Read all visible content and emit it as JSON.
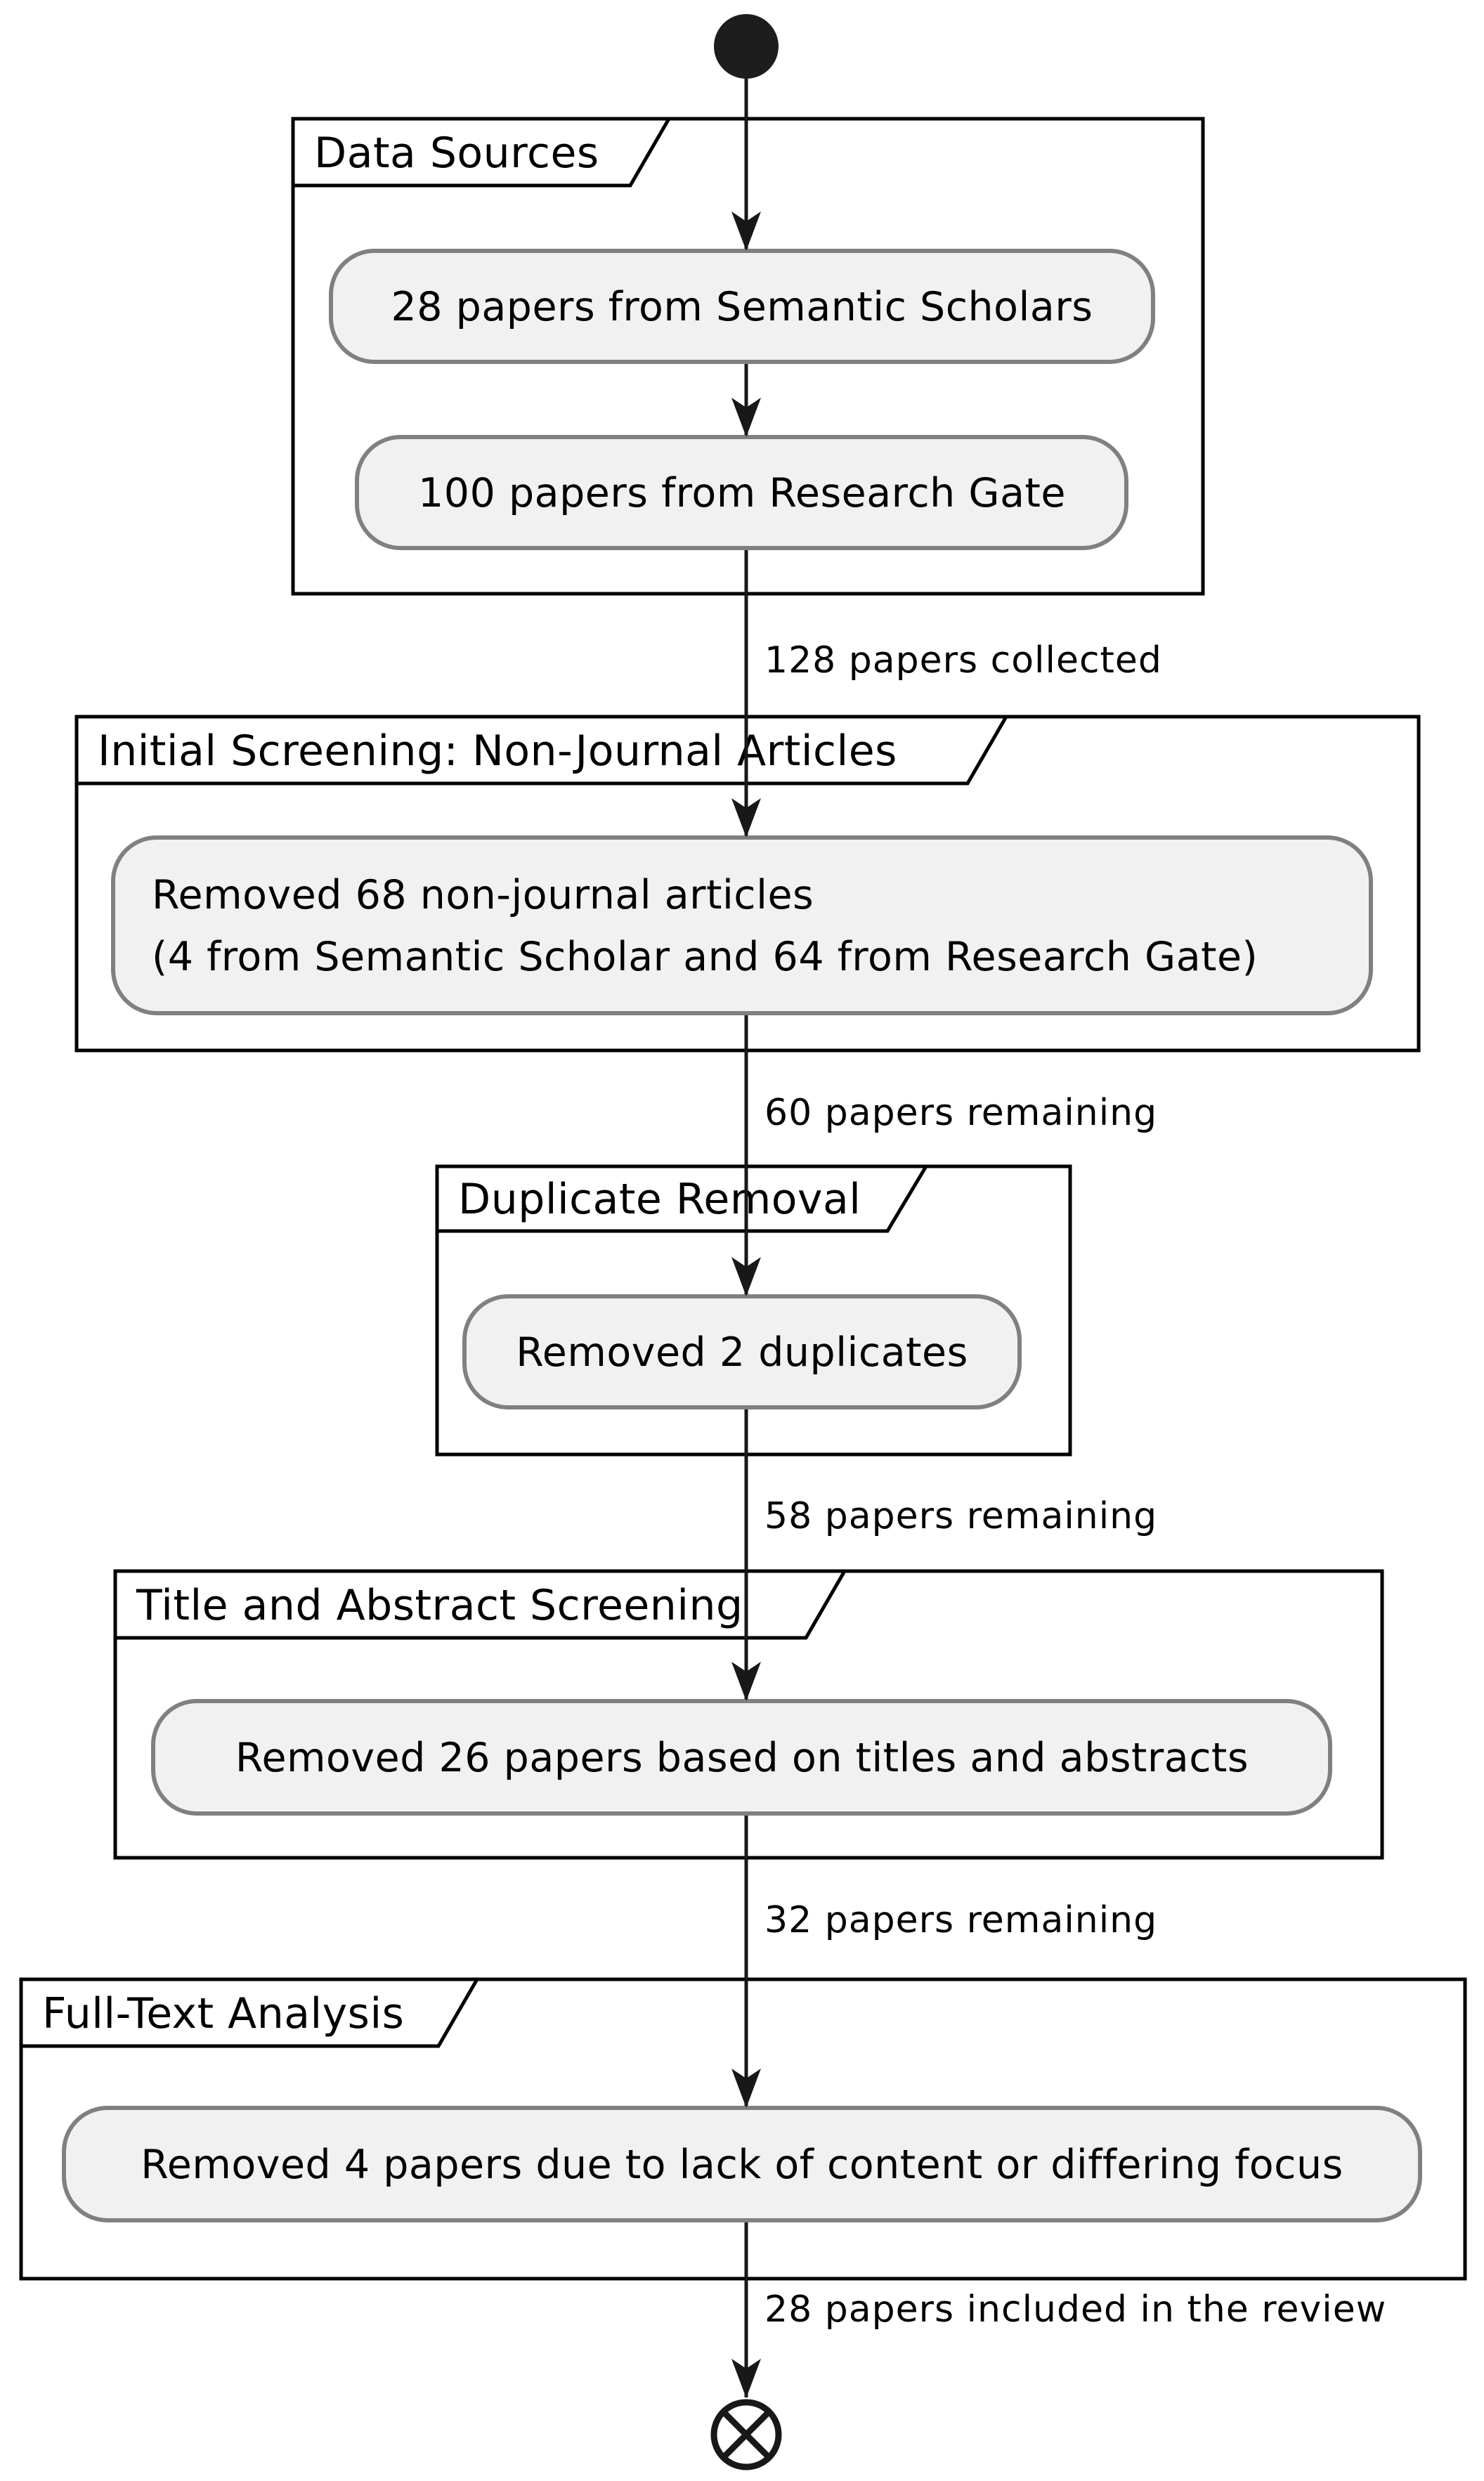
{
  "diagram": {
    "type": "activity-flowchart",
    "colors": {
      "background": "#ffffff",
      "activity_fill": "#f1f1f1",
      "activity_border": "#808080",
      "partition_border": "#000000",
      "flow_line": "#181818",
      "text": "#000000"
    },
    "start_node": "initial-state",
    "end_node": "final-state",
    "partitions": [
      {
        "title": "Data Sources",
        "activities": [
          [
            "28 papers from Semantic Scholars"
          ],
          [
            "100 papers from Research Gate"
          ]
        ]
      },
      {
        "title": "Initial Screening: Non-Journal Articles",
        "activities": [
          [
            "Removed 68 non-journal articles",
            "(4 from Semantic Scholar and 64 from Research Gate)"
          ]
        ]
      },
      {
        "title": "Duplicate Removal",
        "activities": [
          [
            "Removed 2 duplicates"
          ]
        ]
      },
      {
        "title": "Title and Abstract Screening",
        "activities": [
          [
            "Removed 26 papers based on titles and abstracts"
          ]
        ]
      },
      {
        "title": "Full-Text Analysis",
        "activities": [
          [
            "Removed 4 papers due to lack of content or differing focus"
          ]
        ]
      }
    ],
    "edge_labels": [
      "128 papers collected",
      "60 papers remaining",
      "58 papers remaining",
      "32 papers remaining",
      "28 papers included in the review"
    ]
  }
}
